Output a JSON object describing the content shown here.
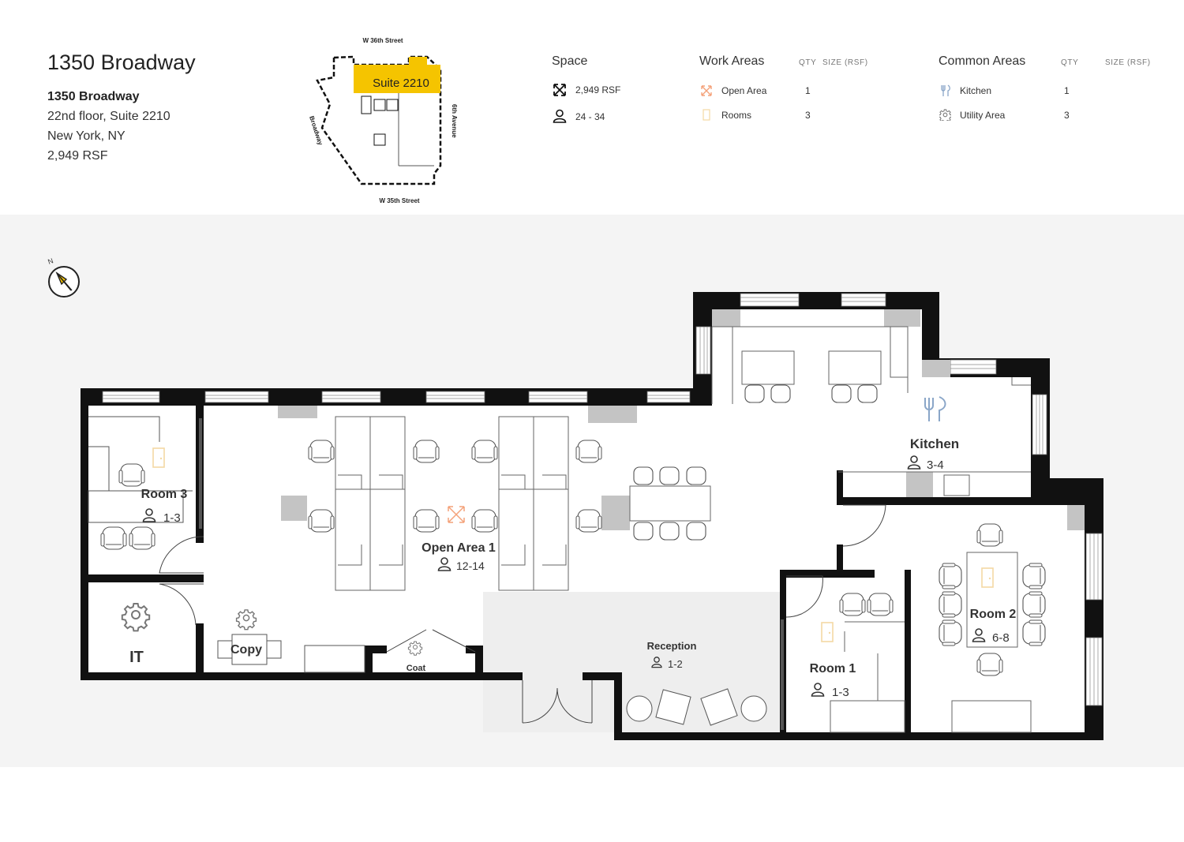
{
  "header": {
    "title": "1350 Broadway",
    "address": {
      "name": "1350 Broadway",
      "line1": "22nd floor, Suite 2210",
      "line2": "New York, NY",
      "size": "2,949 RSF"
    }
  },
  "keyplan": {
    "suite_label": "Suite 2210",
    "north_street": "W 36th Street",
    "south_street": "W 35th Street",
    "west_street": "Broadway",
    "east_street": "6th Avenue"
  },
  "space": {
    "title": "Space",
    "items": [
      {
        "icon": "expand-arrows-icon",
        "text": "2,949 RSF"
      },
      {
        "icon": "person-icon",
        "text": "24 - 34"
      }
    ]
  },
  "work_areas": {
    "title": "Work Areas",
    "qty_header": "QTY",
    "size_header": "SIZE (RSF)",
    "rows": [
      {
        "icon": "open-area-icon",
        "label": "Open Area",
        "qty": "1"
      },
      {
        "icon": "door-icon",
        "label": "Rooms",
        "qty": "3"
      }
    ]
  },
  "common_areas": {
    "title": "Common Areas",
    "qty_header": "QTY",
    "size_header": "SIZE (RSF)",
    "rows": [
      {
        "icon": "fork-knife-icon",
        "label": "Kitchen",
        "qty": "1"
      },
      {
        "icon": "gear-icon",
        "label": "Utility Area",
        "qty": "3"
      }
    ]
  },
  "compass": {
    "label": "N"
  },
  "rooms": {
    "room3": {
      "name": "Room 3",
      "capacity": "1-3"
    },
    "it": {
      "name": "IT"
    },
    "copy": {
      "name": "Copy"
    },
    "coat": {
      "name": "Coat"
    },
    "open_area": {
      "name": "Open Area 1",
      "capacity": "12-14"
    },
    "reception": {
      "name": "Reception",
      "capacity": "1-2"
    },
    "kitchen": {
      "name": "Kitchen",
      "capacity": "3-4"
    },
    "room1": {
      "name": "Room 1",
      "capacity": "1-3"
    },
    "room2": {
      "name": "Room 2",
      "capacity": "6-8"
    }
  },
  "colors": {
    "suite_highlight": "#f5c400",
    "open_area_accent": "#f4a27a",
    "room_accent": "#f3d9a4",
    "kitchen_accent": "#8aa6c8",
    "wall": "#111111",
    "reception_fill": "#eeeeee",
    "column_fill": "#c4c4c4"
  }
}
